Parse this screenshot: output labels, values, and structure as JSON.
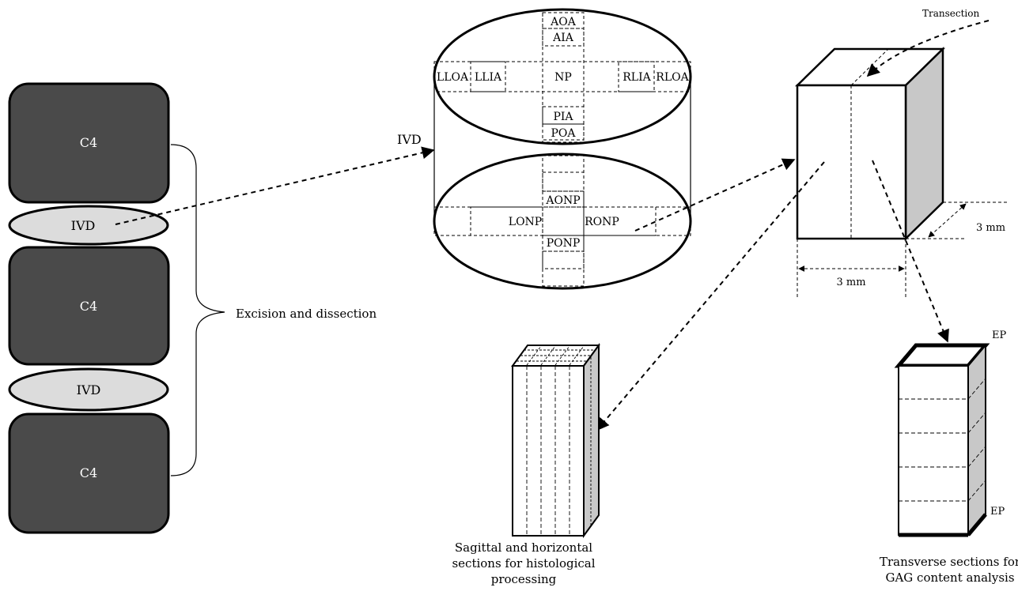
{
  "spine": {
    "vertebra_labels": [
      "C4",
      "C4",
      "C4"
    ],
    "disc_labels": [
      "IVD",
      "IVD"
    ],
    "bracket_label": "Excision and dissection"
  },
  "disc_detail": {
    "label": "IVD",
    "top_regions": {
      "aoa": "AOA",
      "aia": "AIA",
      "lloa": "LLOA",
      "llia": "LLIA",
      "np": "NP",
      "rlia": "RLIA",
      "rloa": "RLOA",
      "pia": "PIA",
      "poa": "POA"
    },
    "bottom_regions": {
      "aonp": "AONP",
      "lonp": "LONP",
      "ronp": "RONP",
      "ponp": "PONP"
    }
  },
  "block": {
    "transection_label": "Transection",
    "width_label": "3 mm",
    "depth_label": "3 mm"
  },
  "histology": {
    "caption": [
      "Sagittal and horizontal",
      "sections for histological",
      "processing"
    ]
  },
  "gag": {
    "ep_top": "EP",
    "ep_bottom": "EP",
    "caption": [
      "Transverse sections for",
      "GAG content analysis"
    ]
  },
  "colors": {
    "vertebra_fill": "#4a4a4a",
    "disc_fill": "#dcdcdc",
    "side_face_fill": "#c8c8c8",
    "line": "#000000"
  }
}
